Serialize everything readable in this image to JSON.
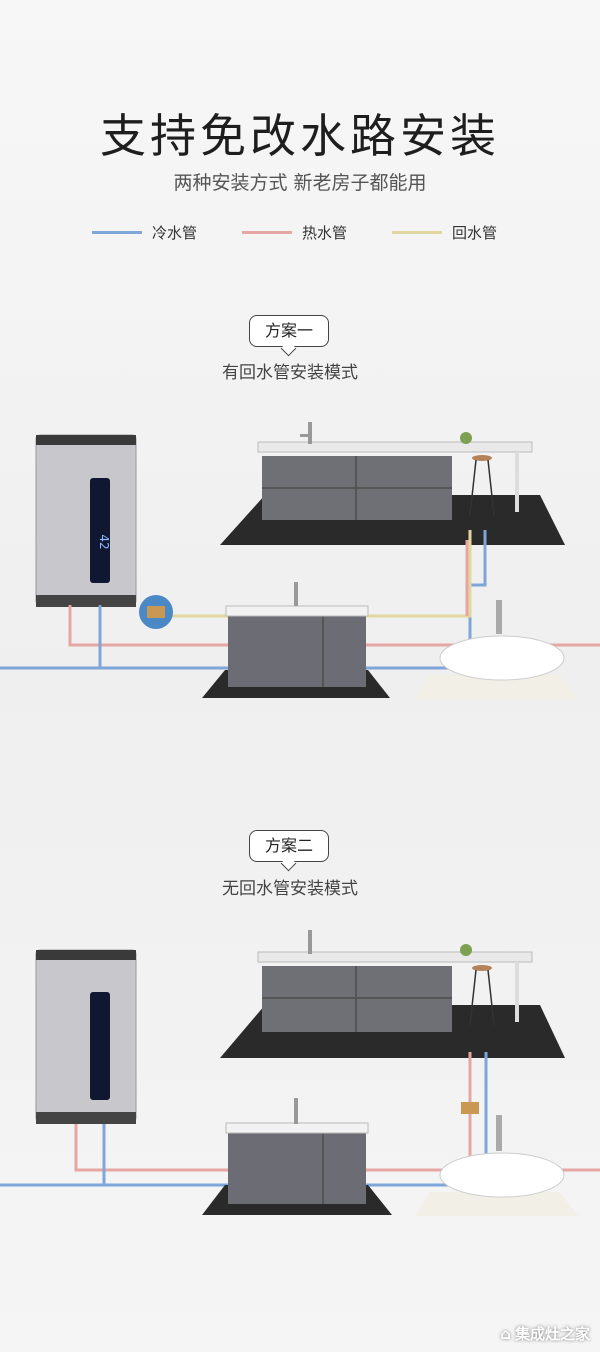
{
  "title": "支持免改水路安装",
  "subtitle": "两种安装方式 新老房子都能用",
  "legend": [
    {
      "label": "冷水管",
      "color": "#7fa6d8"
    },
    {
      "label": "热水管",
      "color": "#e4a7a3"
    },
    {
      "label": "回水管",
      "color": "#e3d7a1"
    }
  ],
  "plans": [
    {
      "label": "方案一",
      "desc": "有回水管安装模式"
    },
    {
      "label": "方案二",
      "desc": "无回水管安装模式"
    }
  ],
  "heater_display": "42",
  "watermark": "集成灶之家"
}
